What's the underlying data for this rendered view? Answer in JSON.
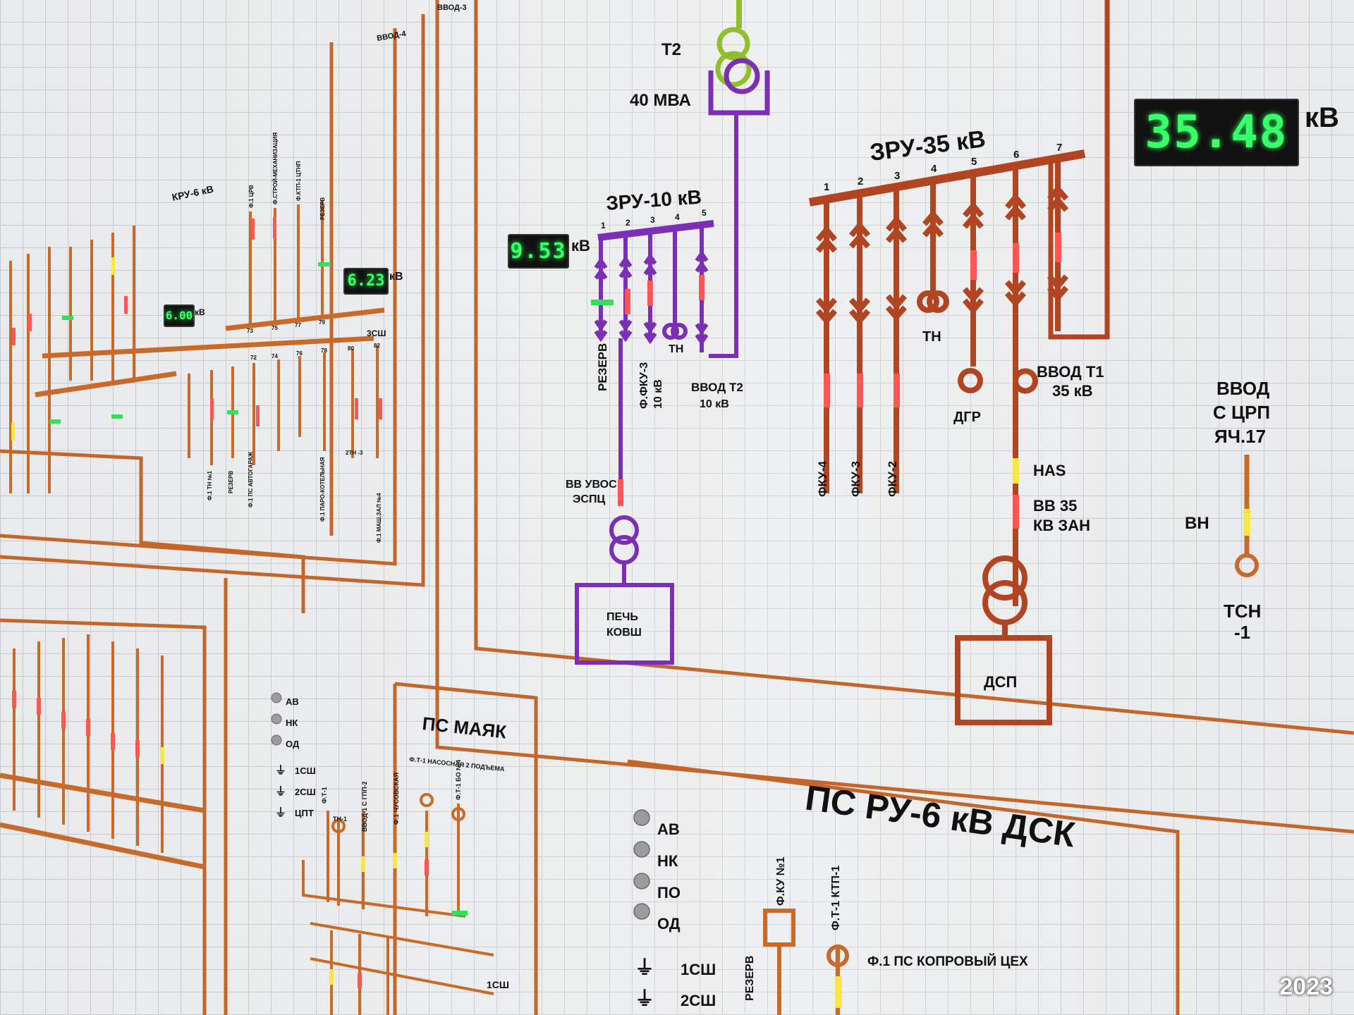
{
  "displays": {
    "v35": {
      "value": "35.48",
      "unit": "кВ"
    },
    "v10": {
      "value": "9.53",
      "unit": "кВ"
    },
    "v6a": {
      "value": "6.23",
      "unit": "кВ"
    },
    "v6b": {
      "value": "6.00",
      "unit": "кВ"
    }
  },
  "t2": {
    "name": "Т2",
    "power": "40 МВА"
  },
  "zru10": {
    "title": "ЗРУ-10 кВ",
    "cells": [
      "1",
      "2",
      "3",
      "4",
      "5"
    ],
    "feeders": {
      "reserve": "РЕЗЕРВ",
      "fku3_a": "Ф.ФКУ-3",
      "fku3_b": "10 кВ",
      "input_a": "ВВОД Т2",
      "input_b": "10 кВ",
      "th": "ТН"
    },
    "breaker_a": "ВВ УВОС",
    "breaker_b": "ЭСПЦ",
    "load_a": "ПЕЧЬ",
    "load_b": "КОВШ"
  },
  "zru35": {
    "title": "ЗРУ-35 кВ",
    "cells": [
      "1",
      "2",
      "3",
      "4",
      "5",
      "6",
      "7"
    ],
    "feeders": [
      "ФКУ-4",
      "ФКУ-3",
      "ФКУ-2"
    ],
    "th": "ТН",
    "dgr": "ДГР",
    "input_a": "ВВОД Т1",
    "input_b": "35 кВ",
    "has": "HAS",
    "bb_a": "ВВ 35",
    "bb_b": "КВ ЗАН",
    "load": "ДСП"
  },
  "crp": {
    "line1": "ВВОД",
    "line2": "С ЦРП",
    "line3": "ЯЧ.17",
    "vn": "ВН",
    "tsn_a": "ТСН",
    "tsn_b": "-1"
  },
  "kru6": {
    "title": "КРУ-6 кВ",
    "vvod3": "ВВОД-3",
    "vvod4": "ВВОД-4",
    "bus": "3СШ",
    "top_feeders": [
      "Ф.1 ЦРВ",
      "Ф.СТРОЙ-МЕХАНИЗАЦИЯ",
      "Ф.КТП-1 ЦТНП",
      "РЕЗЕРВ"
    ],
    "top_nums": [
      "73",
      "75",
      "77",
      "79"
    ],
    "mid_nums": [
      "72",
      "74",
      "76",
      "78",
      "80",
      "82"
    ],
    "bottom_feeders": [
      "Ф.1 ПС АВТОГАРАЖ",
      "Ф.1 ПАРО-КОТЕЛЬНАЯ",
      "Ф.1 МАШ.ЗАЛ №4",
      "2ТН -3",
      "РЕЗЕРВ",
      "Ф.1 ТН №1"
    ]
  },
  "mayak": {
    "title": "ПС МАЯК",
    "legend": [
      "АВ",
      "НК",
      "ОД",
      "1СШ",
      "2СШ",
      "ЦПТ"
    ],
    "feeders": [
      "Ф.Т-1",
      "ТН-1",
      "ВВОД-1 С ГПП-2",
      "Ф.1 ЧУСОВСКАЯ",
      "Ф.Т-1 НАСОСНАЯ 2 ПОДЪЕМА",
      "Ф.Т-1 БО №4"
    ],
    "bus": "1СШ"
  },
  "dsk": {
    "title": "ПС РУ-6 кВ ДСК",
    "legend": [
      "АВ",
      "НК",
      "ПО",
      "ОД",
      "1СШ",
      "2СШ"
    ],
    "feeders": [
      "Ф.КУ №1",
      "РЕЗЕРВ",
      "Ф.Т-1 КТП-1",
      "Ф.1 ПС КОПРОВЫЙ ЦЕХ"
    ]
  },
  "year": "2023",
  "colors": {
    "purple": "#7b2fb5",
    "brown": "#b24521",
    "orange": "#c86a2a",
    "green": "#8fbf2a",
    "lcd": "#39ff6a",
    "red": "#ff4a4a",
    "yellow": "#f6e84a"
  }
}
